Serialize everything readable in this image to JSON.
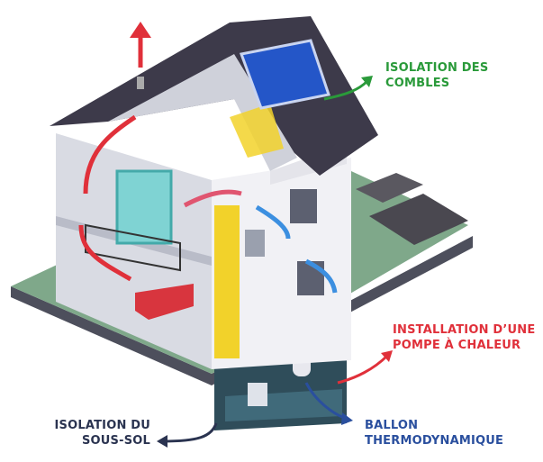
{
  "labels": {
    "attic": {
      "line1": "ISOLATION DES",
      "line2": "COMBLES",
      "color": "#2a9a3a"
    },
    "heat_pump": {
      "line1": "INSTALLATION D’UNE",
      "line2": "POMPE À CHALEUR",
      "color": "#e0303a"
    },
    "water_heater": {
      "line1": "BALLON",
      "line2": "THERMODYNAMIQUE",
      "color": "#2a4f9e"
    },
    "basement": {
      "line1": "ISOLATION DU",
      "line2": "SOUS-SOL",
      "color": "#2a3350"
    }
  },
  "icons": [
    "heat-flow-arrow",
    "solar-panel",
    "house-illustration"
  ]
}
